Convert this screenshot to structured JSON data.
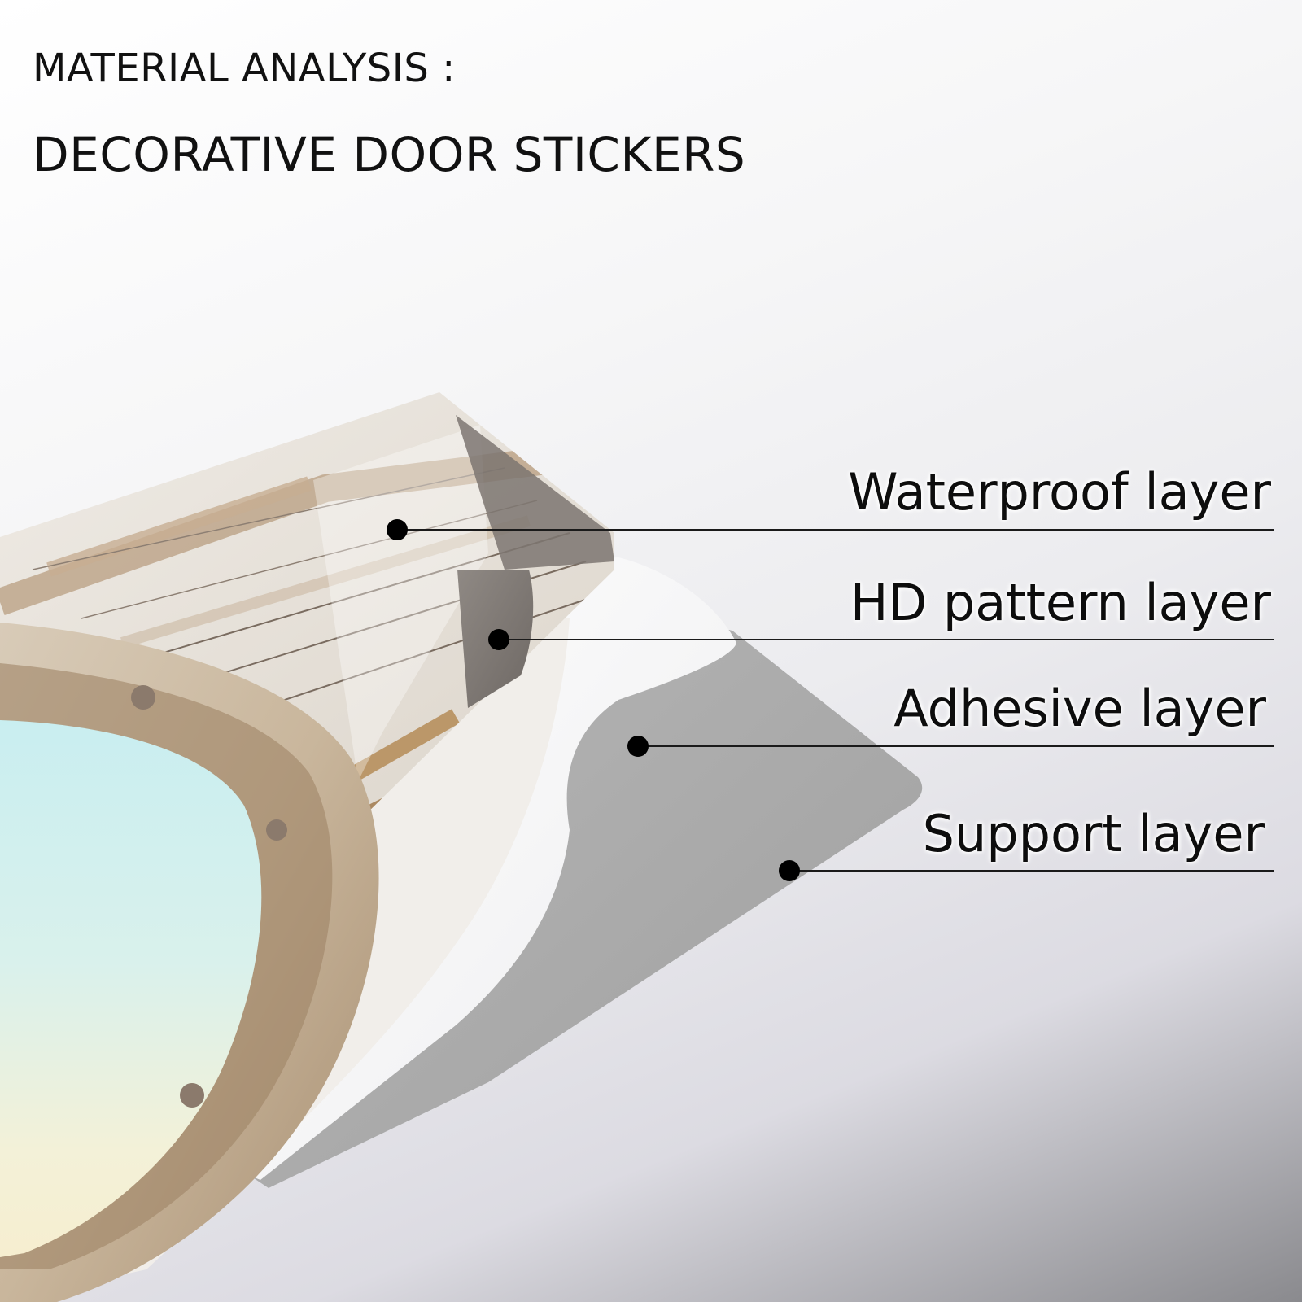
{
  "title": {
    "line1": "MATERIAL ANALYSIS :",
    "line2": "DECORATIVE DOOR STICKERS"
  },
  "layers": [
    {
      "label": "Waterproof layer"
    },
    {
      "label": "HD pattern layer"
    },
    {
      "label": "Adhesive layer"
    },
    {
      "label": "Support layer"
    }
  ],
  "colors": {
    "text": "#111111",
    "callout_line": "#1a1a1a",
    "wood_light": "#e9e4dc",
    "wood_brown": "#b59a7e",
    "support_gray": "#a9a9a9",
    "window_sky": "#bfe6ea"
  },
  "illustration": {
    "subject": "peeled door sticker showing porthole window over white-washed wood planks",
    "icon": "sticker-peel-illustration"
  }
}
